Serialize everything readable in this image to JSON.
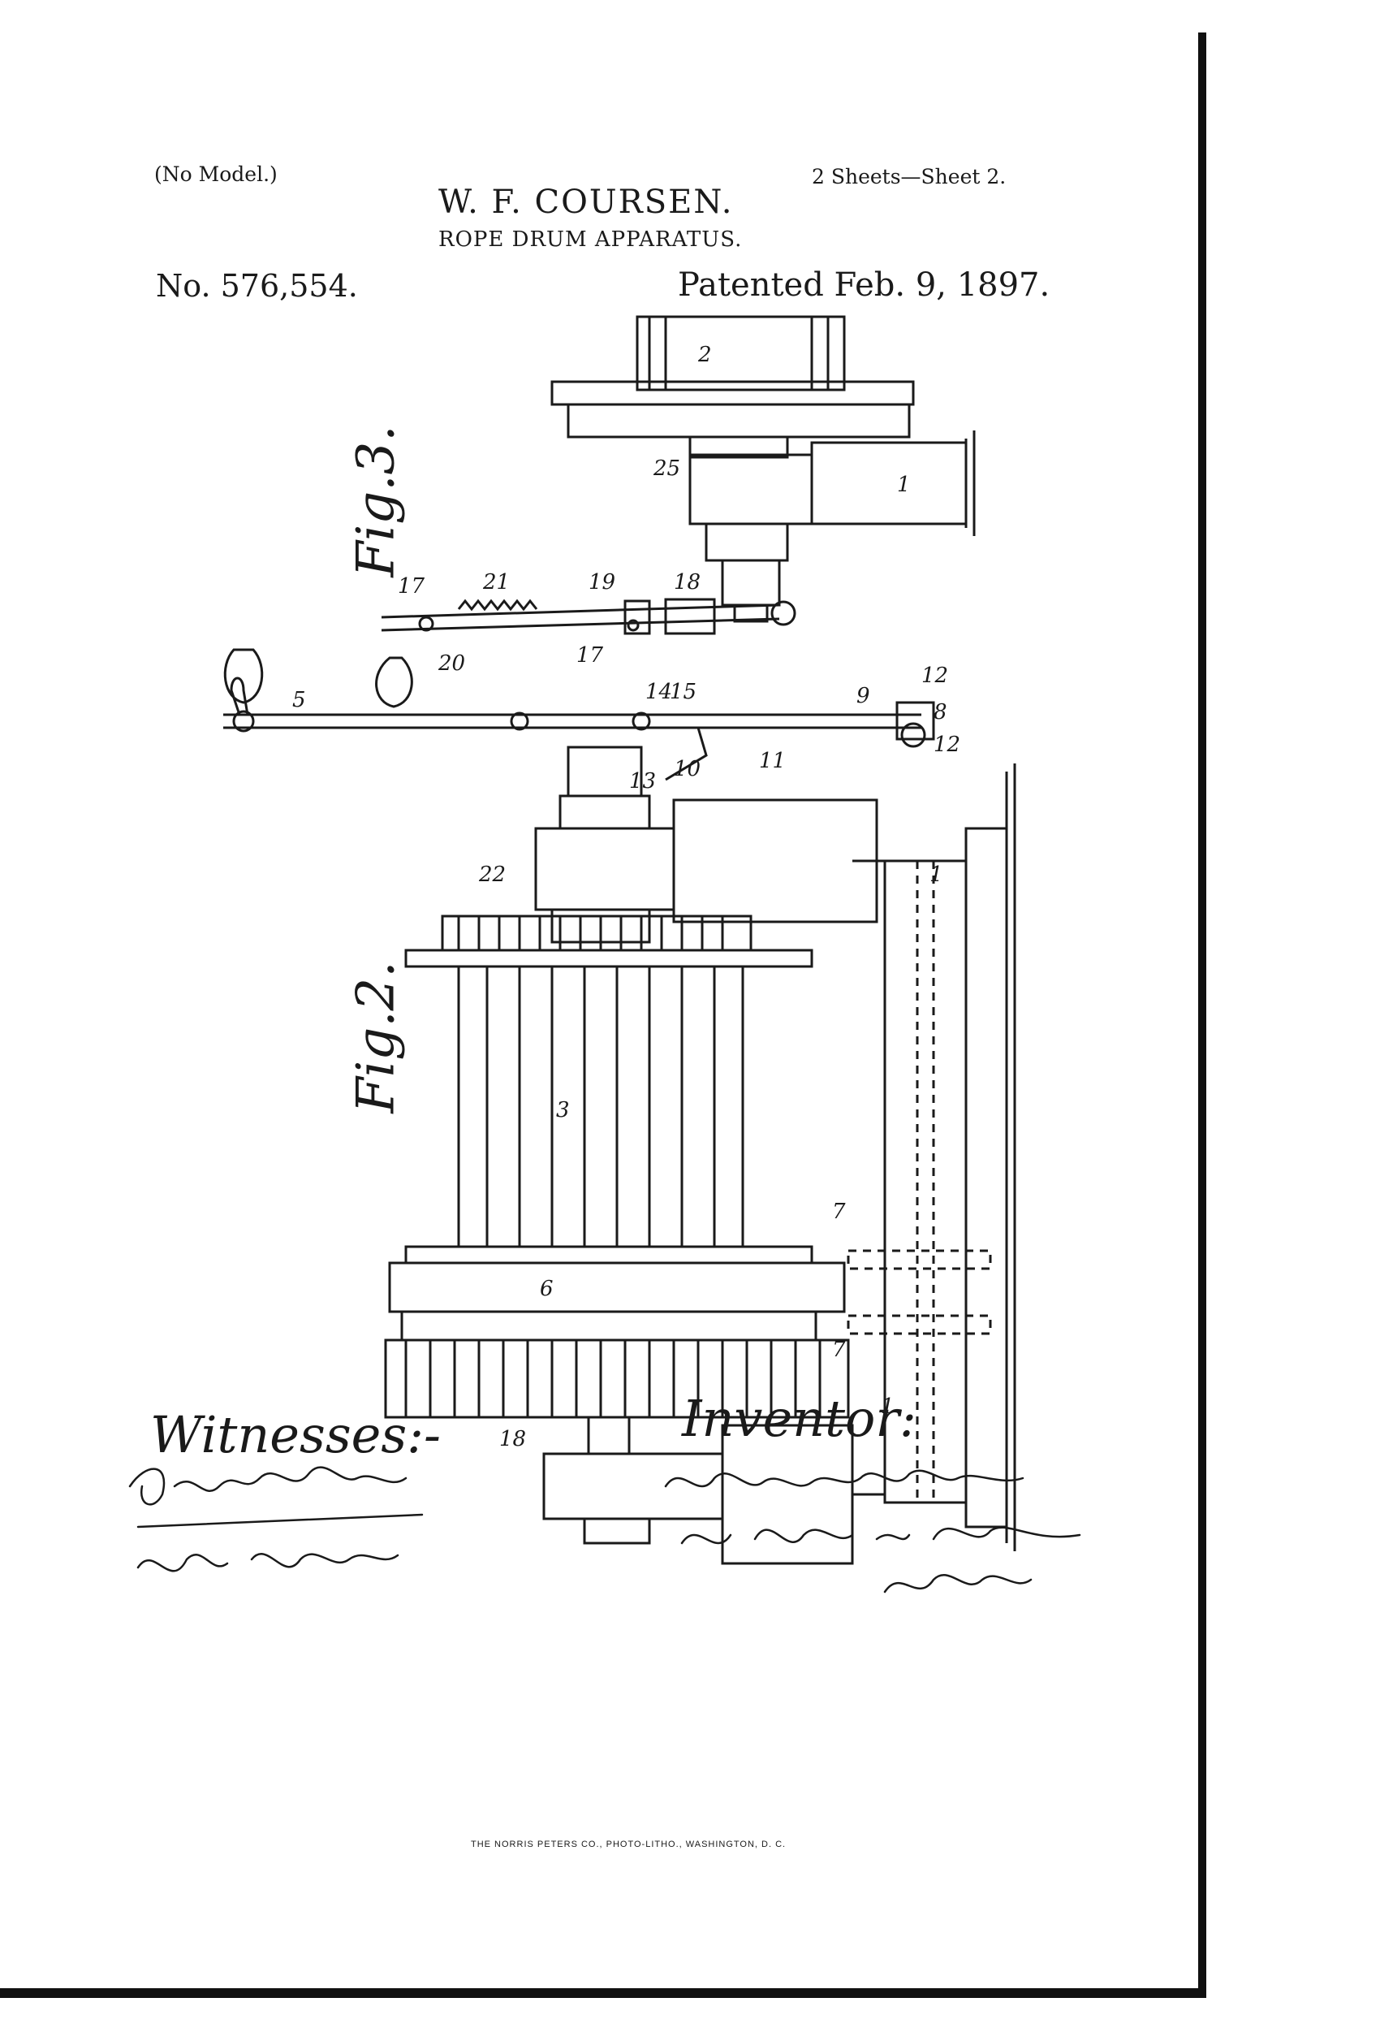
{
  "header": {
    "model_note": "(No Model.)",
    "sheets": "2 Sheets—Sheet 2.",
    "inventor": "W. F. COURSEN.",
    "title": "ROPE DRUM APPARATUS.",
    "patent_number": "No. 576,554.",
    "patent_date": "Patented Feb. 9, 1897."
  },
  "figures": {
    "fig3": "Fig.3.",
    "fig2": "Fig.2."
  },
  "reference_numerals": [
    "2",
    "25",
    "1",
    "18",
    "19",
    "21",
    "17",
    "20",
    "17",
    "5",
    "14",
    "15",
    "13",
    "10",
    "11",
    "9",
    "8",
    "12",
    "12",
    "22",
    "1",
    "3",
    "7",
    "6",
    "7",
    "18",
    "1"
  ],
  "witnesses": {
    "label": "Witnesses:-"
  },
  "inventor_block": {
    "label": "Inventor:"
  },
  "footer": {
    "printer": "THE NORRIS PETERS CO., PHOTO-LITHO., WASHINGTON, D. C."
  }
}
